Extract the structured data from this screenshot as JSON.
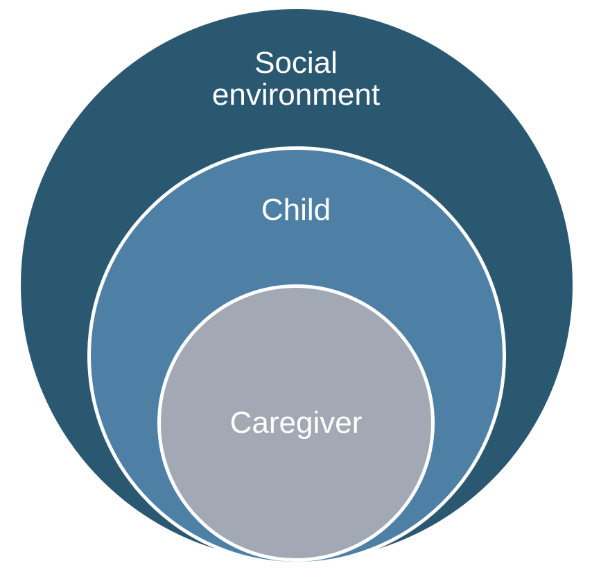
{
  "diagram": {
    "type": "nested-circles",
    "background_color": "#ffffff",
    "stroke_color": "#ffffff",
    "label_color": "#ffffff",
    "circles": [
      {
        "id": "social-environment",
        "label": "Social\nenvironment",
        "fill": "#2B5871"
      },
      {
        "id": "child",
        "label": "Child",
        "fill": "#4E80A6"
      },
      {
        "id": "caregiver",
        "label": "Caregiver",
        "fill": "#A2A9B4"
      }
    ]
  }
}
